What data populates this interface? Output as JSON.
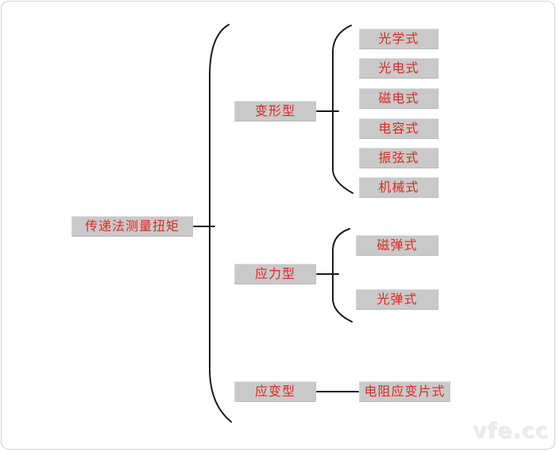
{
  "page": {
    "watermark": "vfe.cc"
  },
  "diagram": {
    "root": {
      "label": "传递法测量扭矩"
    },
    "branches": [
      {
        "label": "变形型",
        "children": [
          {
            "label": "光学式"
          },
          {
            "label": "光电式"
          },
          {
            "label": "磁电式"
          },
          {
            "label": "电容式"
          },
          {
            "label": "振弦式"
          },
          {
            "label": "机械式"
          }
        ]
      },
      {
        "label": "应力型",
        "children": [
          {
            "label": "磁弹式"
          },
          {
            "label": "光弹式"
          }
        ]
      },
      {
        "label": "应变型",
        "children": [
          {
            "label": "电阻应变片式"
          }
        ]
      }
    ],
    "colors": {
      "box_background": "#c9c9c9",
      "label_text": "#dc2a22",
      "line": "#1a1a1a",
      "card_border": "#d2d2d2",
      "watermark_text": "#ececec"
    }
  }
}
